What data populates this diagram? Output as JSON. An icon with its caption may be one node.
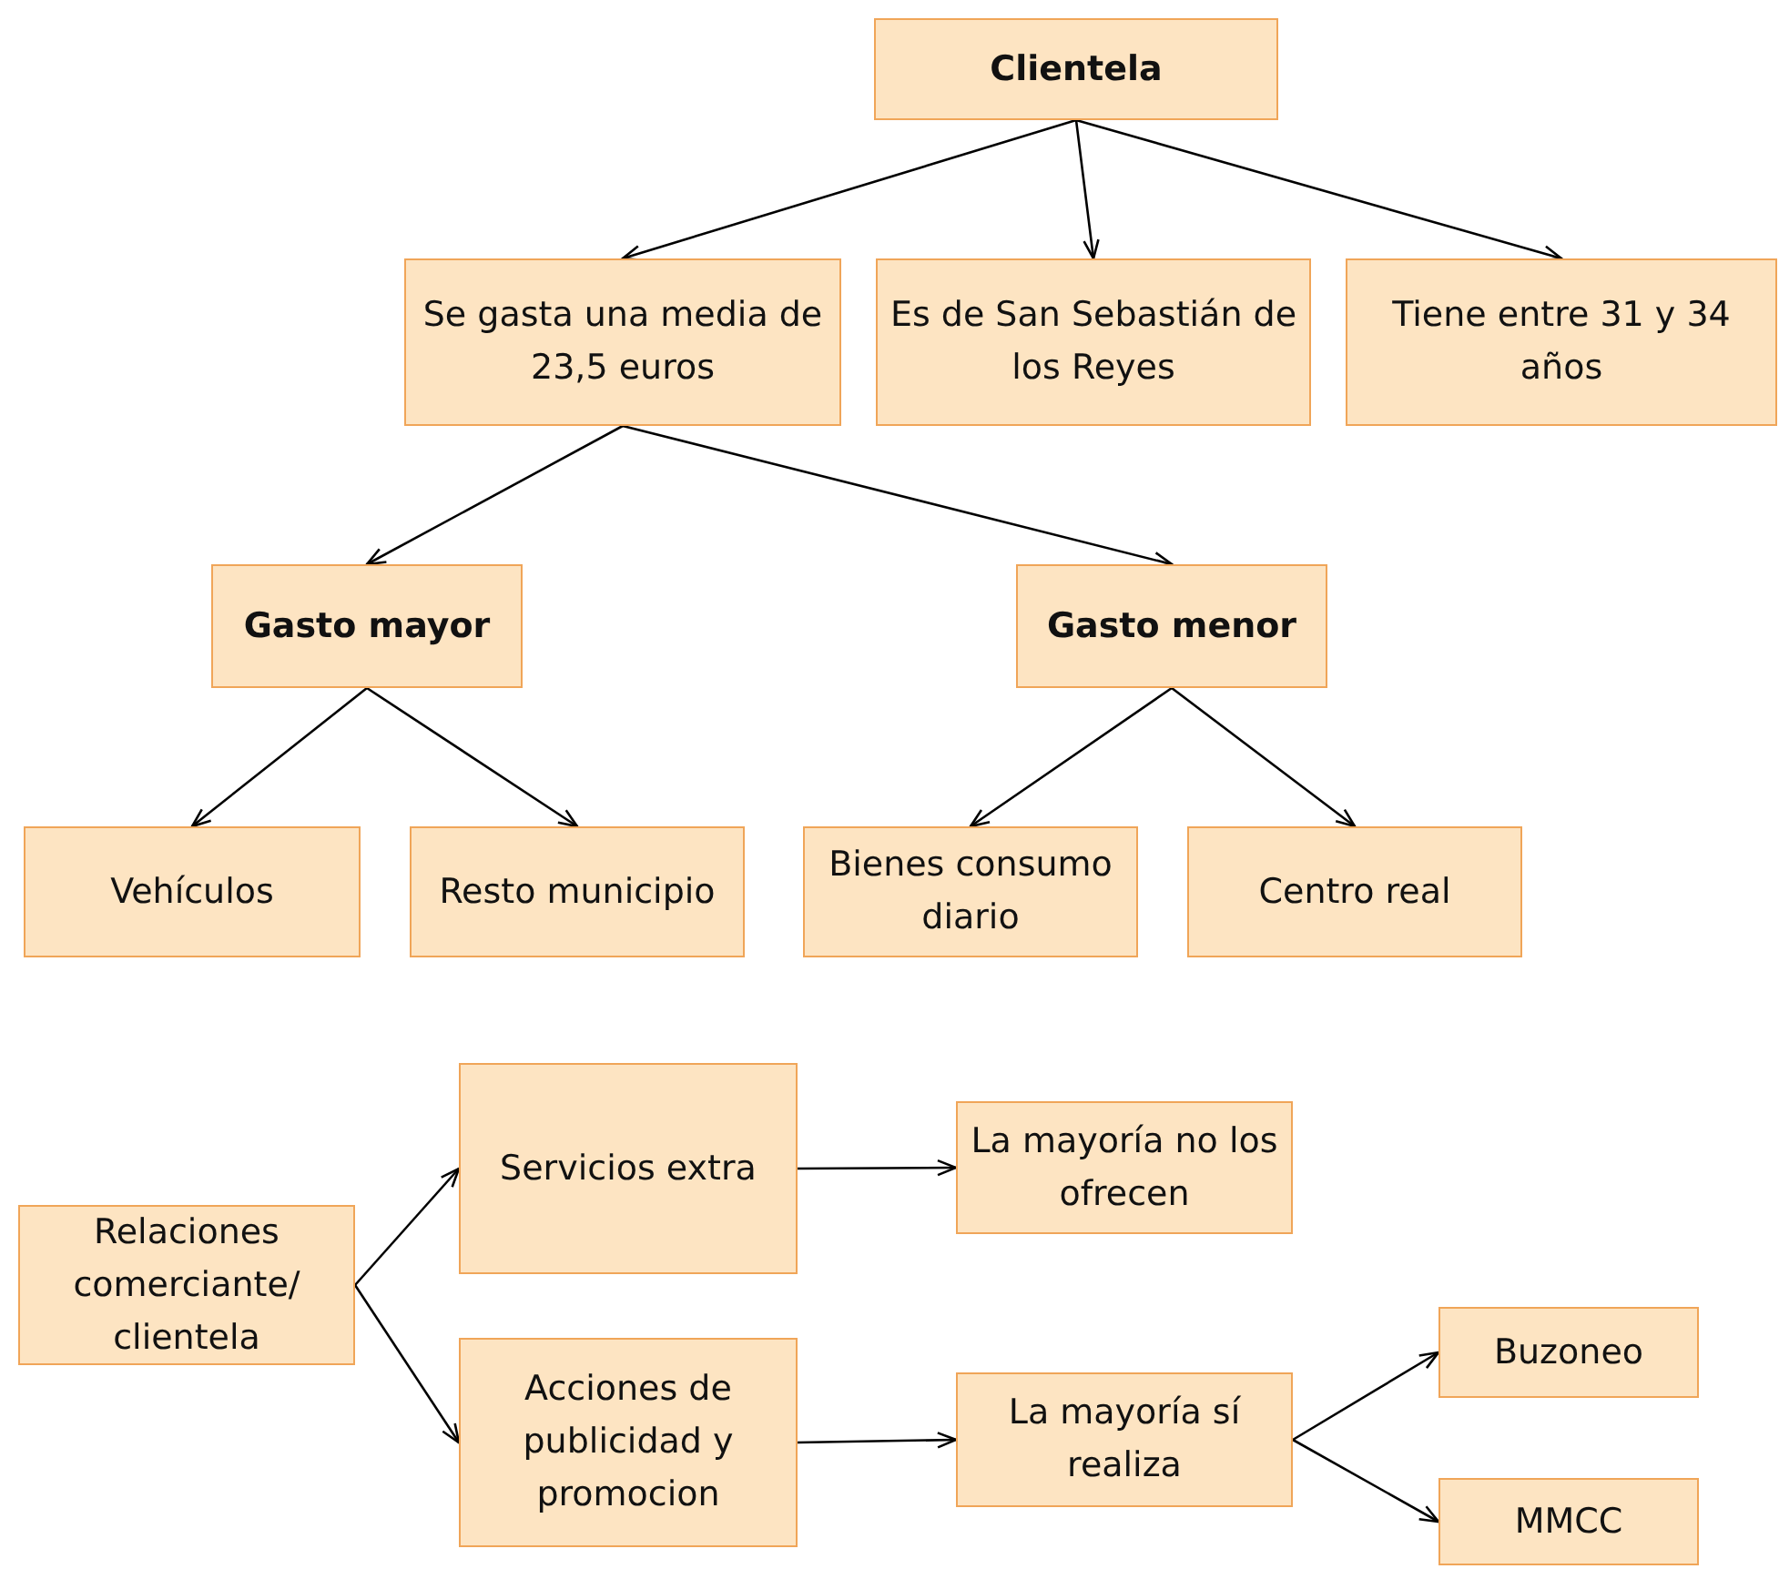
{
  "diagram": {
    "nodes": [
      {
        "text": [
          "Clientela"
        ]
      },
      {
        "text": [
          "Se gasta una media de 23,5 euros"
        ]
      },
      {
        "text": [
          "Es de San Sebastián de los Reyes"
        ]
      },
      {
        "text": [
          "Tiene entre 31 y 34 años"
        ]
      },
      {
        "text": [
          "Gasto mayor"
        ]
      },
      {
        "text": [
          "Gasto menor"
        ]
      },
      {
        "text": [
          "Vehículos"
        ]
      },
      {
        "text": [
          "Resto municipio"
        ]
      },
      {
        "text": [
          "Bienes consumo diario"
        ]
      },
      {
        "text": [
          "Centro real"
        ]
      },
      {
        "text": [
          "Relaciones comerciante/ clientela"
        ]
      },
      {
        "text": [
          "Servicios extra"
        ]
      },
      {
        "text": [
          "La mayoría no los ofrecen"
        ]
      },
      {
        "text": [
          "Acciones de publicidad y promocion"
        ]
      },
      {
        "text": [
          "La mayoría sí realiza"
        ]
      },
      {
        "text": [
          "Buzoneo"
        ]
      },
      {
        "text": [
          "MMCC"
        ]
      }
    ],
    "edges": [
      {
        "from": 0,
        "to": 1,
        "arrow": "to"
      },
      {
        "from": 0,
        "to": 2,
        "arrow": "to"
      },
      {
        "from": 0,
        "to": 3,
        "arrow": "to"
      },
      {
        "from": 1,
        "to": 4,
        "arrow": "to"
      },
      {
        "from": 1,
        "to": 5,
        "arrow": "to"
      },
      {
        "from": 4,
        "to": 6,
        "arrow": "to"
      },
      {
        "from": 4,
        "to": 7,
        "arrow": "to"
      },
      {
        "from": 5,
        "to": 8,
        "arrow": "to"
      },
      {
        "from": 5,
        "to": 9,
        "arrow": "to"
      },
      {
        "from": 10,
        "to": 11,
        "arrow": "to"
      },
      {
        "from": 10,
        "to": 13,
        "arrow": "to"
      },
      {
        "from": 11,
        "to": 12,
        "arrow": "to"
      },
      {
        "from": 13,
        "to": 14,
        "arrow": "to"
      },
      {
        "from": 14,
        "to": 15,
        "arrow": "to"
      },
      {
        "from": 14,
        "to": 16,
        "arrow": "to"
      }
    ]
  }
}
